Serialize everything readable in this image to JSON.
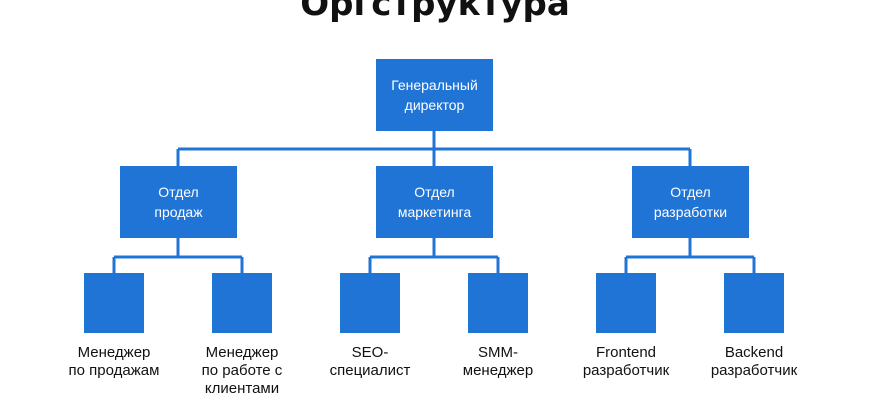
{
  "title": "Оргструктура",
  "colors": {
    "box": "#1f74d6",
    "line": "#1f74d6",
    "text": "#111111"
  },
  "root": {
    "label": "Генеральный\nдиректор"
  },
  "departments": [
    {
      "label": "Отдел\nпродаж"
    },
    {
      "label": "Отдел\nмаркетинга"
    },
    {
      "label": "Отдел\nразработки"
    }
  ],
  "roles": [
    {
      "label": "Менеджер\nпо продажам"
    },
    {
      "label": "Менеджер\nпо работе с\nклиентами"
    },
    {
      "label": "SEO-\nспециалист"
    },
    {
      "label": "SMM-\nменеджер"
    },
    {
      "label": "Frontend\nразработчик"
    },
    {
      "label": "Backend\nразработчик"
    }
  ]
}
